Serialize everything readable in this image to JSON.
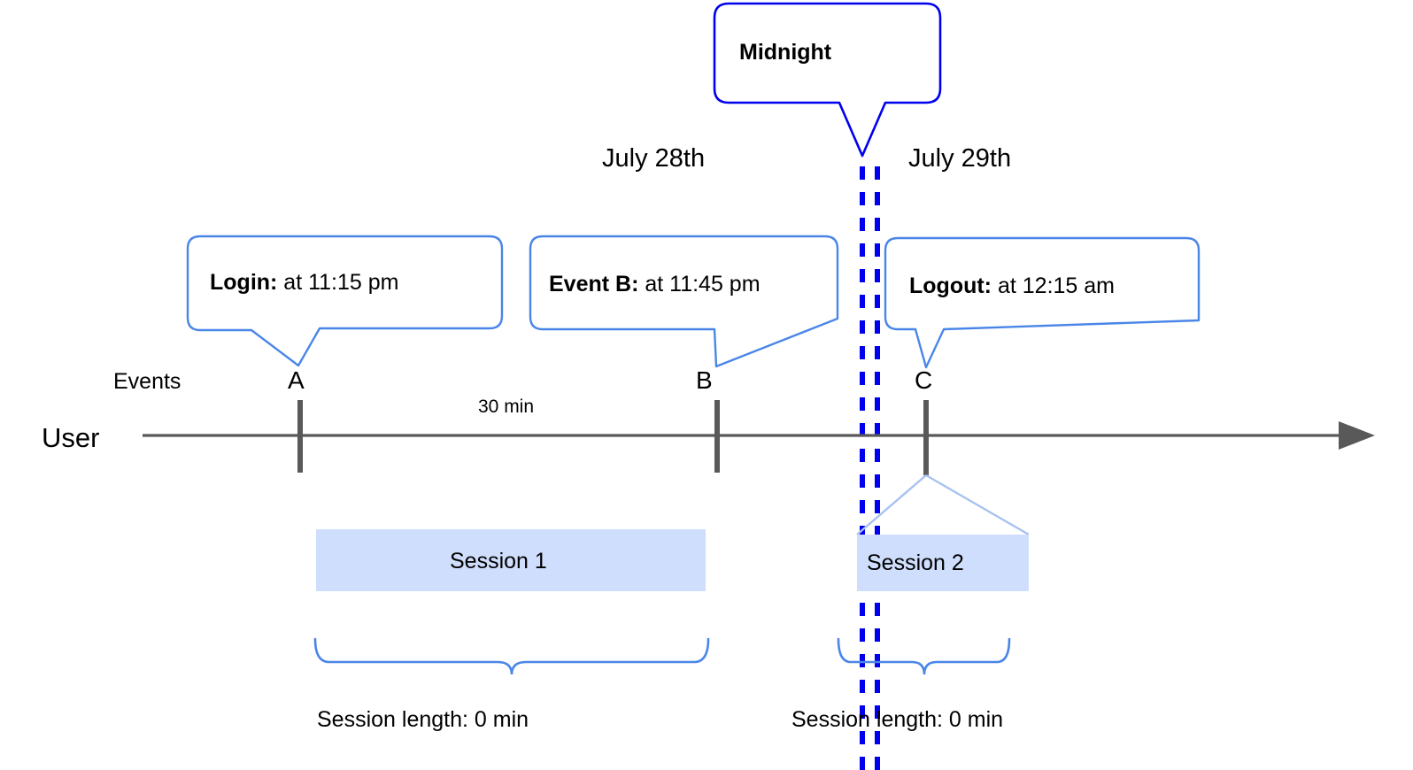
{
  "diagram": {
    "title_callouts": {
      "midnight": "Midnight"
    },
    "date_labels": [
      {
        "name": "july-28",
        "text": "July 28th"
      },
      {
        "name": "july-29",
        "text": "July 29th"
      }
    ],
    "axis": {
      "row_label": "User",
      "events_label": "Events",
      "arrow_direction": "right"
    },
    "events": [
      {
        "id": "A",
        "point_label": "A",
        "callout_bold": "Login:",
        "callout_rest": " at 11:15 pm"
      },
      {
        "id": "B",
        "point_label": "B",
        "callout_bold": "Event B:",
        "callout_rest": " at 11:45 pm"
      },
      {
        "id": "C",
        "point_label": "C",
        "callout_bold": "Logout:",
        "callout_rest": " at 12:15 am"
      }
    ],
    "interval_label": "30 min",
    "sessions": [
      {
        "name": "session-1",
        "label": "Session 1",
        "length_label": "Session length: 0 min"
      },
      {
        "name": "session-2",
        "label": "Session 2",
        "length_label": "Session length: 0 min"
      }
    ],
    "colors": {
      "callout_border": "#4a86e8",
      "midnight_border": "#0000ee",
      "midnight_dashed": "#0000ee",
      "session_fill": "#cfdefc",
      "brace": "#4a86e8",
      "axis": "#595959",
      "tick": "#595959",
      "fan_line": "#a7c2f2",
      "text": "#000000"
    }
  }
}
